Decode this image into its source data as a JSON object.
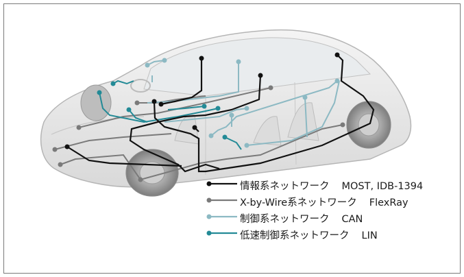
{
  "colors": {
    "info_network": "#111111",
    "xbywire_network": "#7a7a7a",
    "control_network": "#8cb9c3",
    "lowspeed_network": "#238a96"
  },
  "legend": [
    {
      "network": "情報系ネットワーク",
      "protocol": "MOST, IDB-1394",
      "color_key": "info_network"
    },
    {
      "network": "X-by-Wire系ネットワーク",
      "protocol": "FlexRay",
      "color_key": "xbywire_network"
    },
    {
      "network": "制御系ネットワーク",
      "protocol": "CAN",
      "color_key": "control_network"
    },
    {
      "network": "低速制御系ネットワーク",
      "protocol": "LIN",
      "color_key": "lowspeed_network"
    }
  ]
}
